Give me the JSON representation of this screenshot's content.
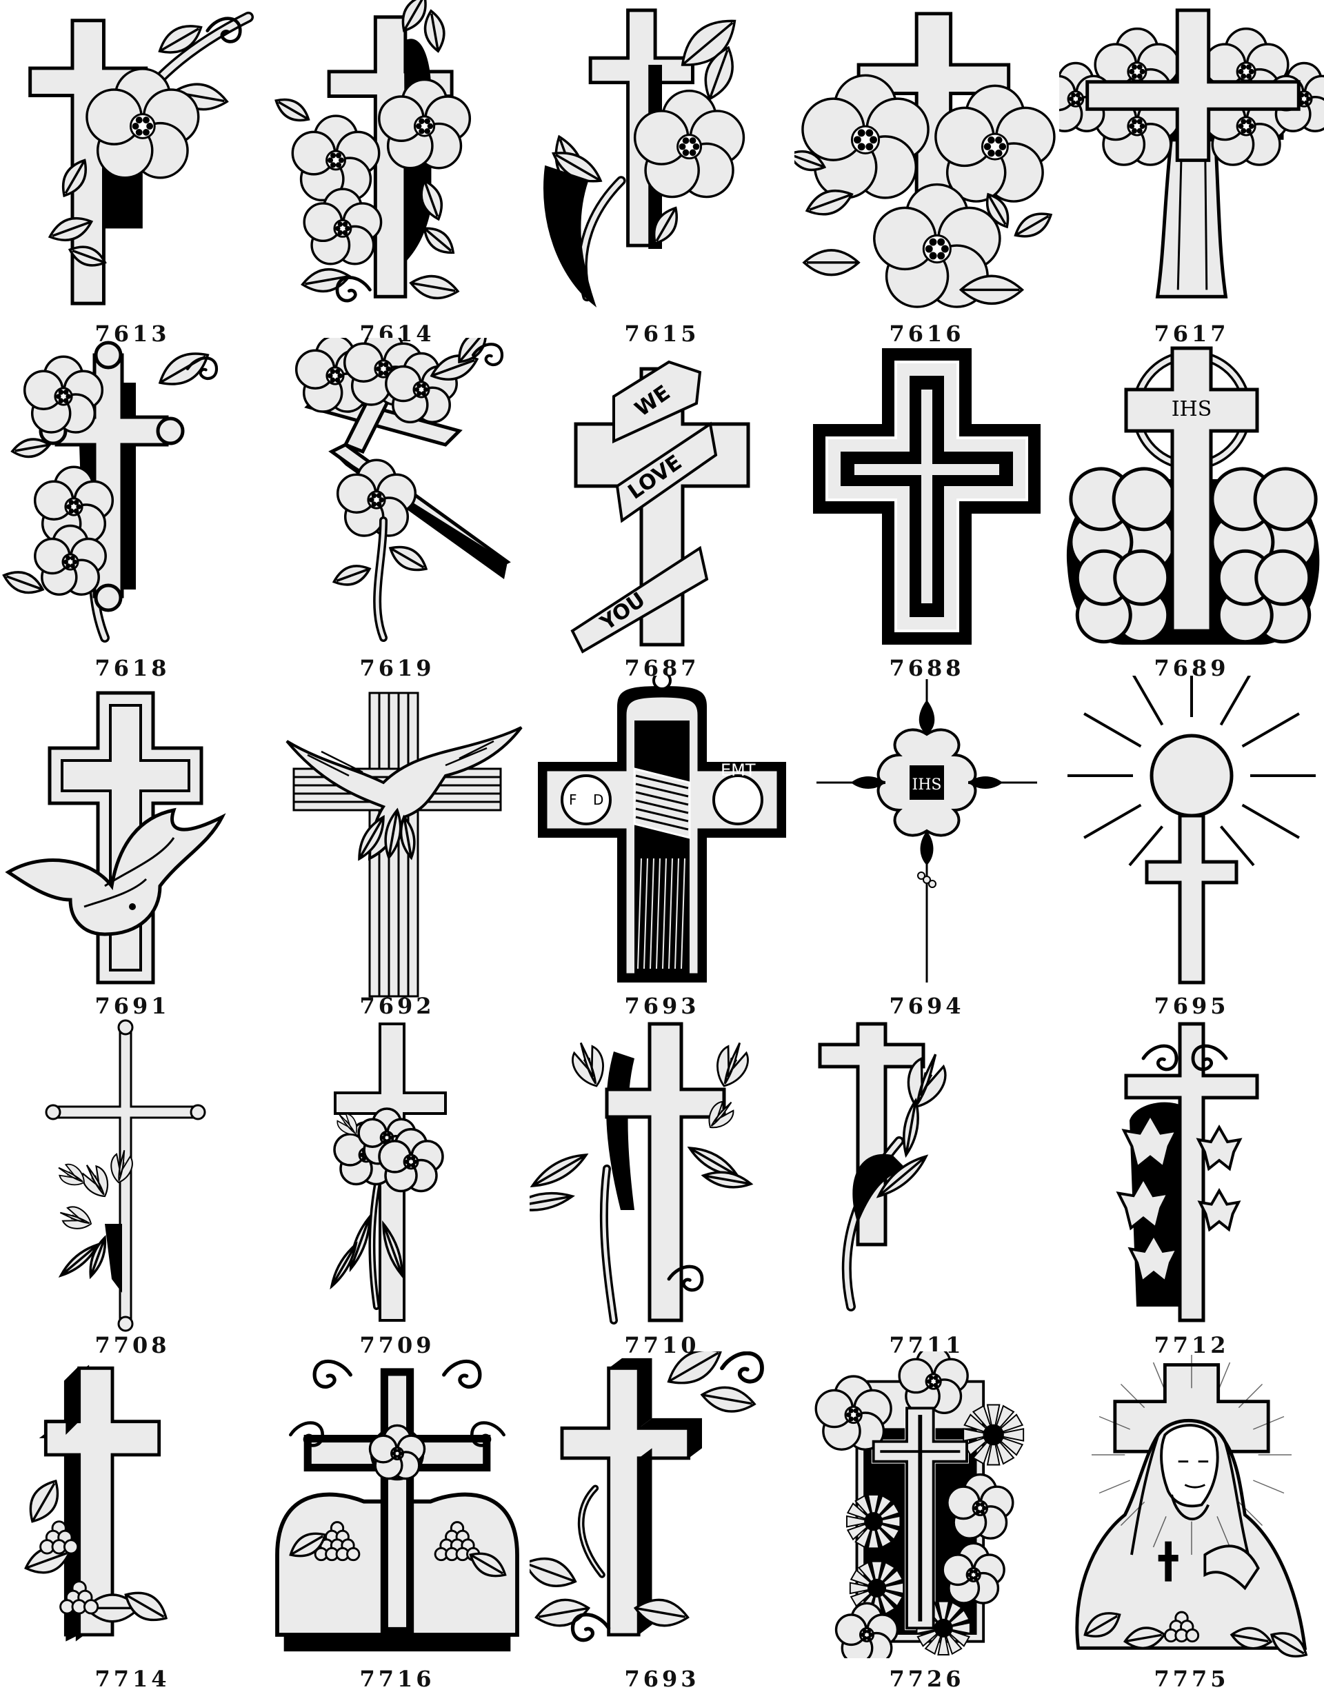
{
  "catalog": {
    "rows": [
      {
        "items": [
          {
            "code": "7613",
            "design": "cross-flowers-right"
          },
          {
            "code": "7614",
            "design": "cross-flowers-wrap"
          },
          {
            "code": "7615",
            "design": "cross-lily-left"
          },
          {
            "code": "7616",
            "design": "cross-three-flowers"
          },
          {
            "code": "7617",
            "design": "cross-flower-cluster"
          }
        ]
      },
      {
        "items": [
          {
            "code": "7618",
            "design": "budded-cross-flowers"
          },
          {
            "code": "7619",
            "design": "tilted-cross-flowers"
          },
          {
            "code": "7687",
            "design": "cross-banner"
          },
          {
            "code": "7688",
            "design": "cross-double-outline"
          },
          {
            "code": "7689",
            "design": "celtic-cross-shamrocks"
          }
        ]
      },
      {
        "items": [
          {
            "code": "7691",
            "design": "cross-dove"
          },
          {
            "code": "7692",
            "design": "striped-cross-eagle"
          },
          {
            "code": "7693",
            "design": "firefighter-cross"
          },
          {
            "code": "7694",
            "design": "ornate-thin-cross"
          },
          {
            "code": "7695",
            "design": "sun-cross"
          }
        ]
      },
      {
        "items": [
          {
            "code": "7708",
            "design": "budded-cross-lilies"
          },
          {
            "code": "7709",
            "design": "cross-daffodils"
          },
          {
            "code": "7710",
            "design": "cross-lilies-both"
          },
          {
            "code": "7711",
            "design": "cross-lily-stem"
          },
          {
            "code": "7712",
            "design": "cross-ivy"
          }
        ]
      },
      {
        "items": [
          {
            "code": "7714",
            "design": "3d-cross-grapes"
          },
          {
            "code": "7716",
            "design": "armenian-cross"
          },
          {
            "code": "7693",
            "design": "3d-cross-vine"
          },
          {
            "code": "7726",
            "design": "framed-cross-flowers"
          },
          {
            "code": "7775",
            "design": "jesus-cross"
          }
        ]
      }
    ],
    "banner_words": {
      "line1": "WE",
      "line2": "LOVE",
      "line3": "YOU"
    },
    "monogram": "IHS",
    "badge": {
      "left": "F",
      "left2": "D",
      "right": "EMT"
    },
    "colors": {
      "fill": "#ebebeb",
      "ink": "#000000",
      "paper": "#ffffff"
    }
  }
}
